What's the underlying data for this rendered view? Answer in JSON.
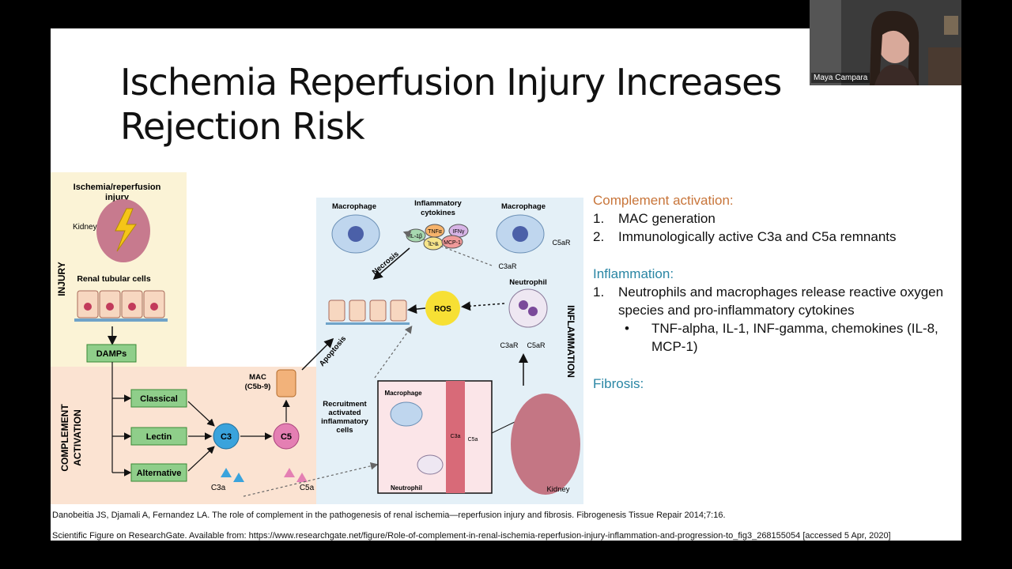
{
  "slide": {
    "title": "Ischemia Reperfusion Injury Increases Rejection Risk",
    "section1": {
      "heading": "Complement activation:",
      "items": [
        {
          "num": "1.",
          "text": "MAC generation"
        },
        {
          "num": "2.",
          "text": "Immunologically active C3a and C5a remnants"
        }
      ]
    },
    "section2": {
      "heading": "Inflammation:",
      "items": [
        {
          "num": "1.",
          "text": "Neutrophils and macrophages release reactive oxygen species and pro-inflammatory cytokines"
        }
      ],
      "subitems": [
        {
          "bullet": "•",
          "text": "TNF-alpha, IL-1, INF-gamma, chemokines (IL-8, MCP-1)"
        }
      ]
    },
    "section3": {
      "heading": "Fibrosis:"
    },
    "citation1": "Danobeitia JS, Djamali A, Fernandez LA. The role of complement in the pathogenesis of renal ischemia—reperfusion injury and fibrosis. Fibrogenesis Tissue Repair 2014;7:16.",
    "citation2": "Scientific Figure on ResearchGate. Available from: https://www.researchgate.net/figure/Role-of-complement-in-renal-ischemia-reperfusion-injury-inflammation-and-progression-to_fig3_268155054 [accessed 5 Apr, 2020]"
  },
  "figure": {
    "injury_heading_1": "Ischemia/reperfusion",
    "injury_heading_2": "injury",
    "kidney": "Kidney",
    "renal_cells": "Renal tubular cells",
    "injury_side": "INJURY",
    "damps": "DAMPs",
    "complement_side_1": "COMPLEMENT",
    "complement_side_2": "ACTIVATION",
    "classical": "Classical",
    "lectin": "Lectin",
    "alternative": "Alternative",
    "c3": "C3",
    "c5": "C5",
    "c3a": "C3a",
    "c5a": "C5a",
    "mac_1": "MAC",
    "mac_2": "(C5b-9)",
    "apoptosis": "Apoptosis",
    "necrosis": "Necrosis",
    "macrophage": "Macrophage",
    "cytokines_1": "Inflammatory",
    "cytokines_2": "cytokines",
    "il1b": "IL-1β",
    "tnfa": "TNFα",
    "ifng": "IFNγ",
    "il8": "IL-8",
    "mcp1": "MCP-1",
    "c5ar": "C5aR",
    "c3ar": "C3aR",
    "neutrophil": "Neutrophil",
    "ros": "ROS",
    "inflammation_side": "INFLAMMATION",
    "recruit_1": "Recruitment",
    "recruit_2": "activated",
    "recruit_3": "inflammatory",
    "recruit_4": "cells",
    "inset_macrophage": "Macrophage",
    "inset_neutrophil": "Neutrophil",
    "inset_c3a": "C3a",
    "inset_c5a": "C5a",
    "kidney_bottom": "Kidney"
  },
  "camera": {
    "name": "Maya Campara"
  },
  "colors": {
    "complement_heading": "#c8753a",
    "inflammation_heading": "#2a86a4",
    "injury_panel": "#fbf3d6",
    "complement_panel": "#fbe3d2",
    "inflammation_panel": "#e4f0f7",
    "box_green": "#8fce8a"
  }
}
